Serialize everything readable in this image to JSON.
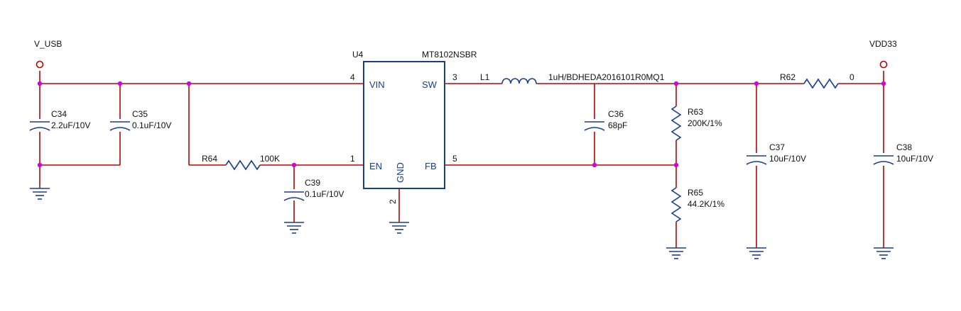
{
  "nets": {
    "input": "V_USB",
    "output": "VDD33"
  },
  "u4": {
    "ref": "U4",
    "part": "MT8102NSBR",
    "pins": [
      {
        "number": "4",
        "name": "VIN"
      },
      {
        "number": "3",
        "name": "SW"
      },
      {
        "number": "1",
        "name": "EN"
      },
      {
        "number": "5",
        "name": "FB"
      },
      {
        "number": "2",
        "name": "GND"
      }
    ]
  },
  "components": {
    "c34": {
      "ref": "C34",
      "value": "2.2uF/10V"
    },
    "c35": {
      "ref": "C35",
      "value": "0.1uF/10V"
    },
    "r64": {
      "ref": "R64",
      "value": "100K"
    },
    "c39": {
      "ref": "C39",
      "value": "0.1uF/10V"
    },
    "l1": {
      "ref": "L1",
      "value": "1uH/BDHEDA2016101R0MQ1"
    },
    "c36": {
      "ref": "C36",
      "value": "68pF"
    },
    "r63": {
      "ref": "R63",
      "value": "200K/1%"
    },
    "r65": {
      "ref": "R65",
      "value": "44.2K/1%"
    },
    "c37": {
      "ref": "C37",
      "value": "10uF/10V"
    },
    "r62": {
      "ref": "R62",
      "value": "0"
    },
    "c38": {
      "ref": "C38",
      "value": "10uF/10V"
    }
  }
}
